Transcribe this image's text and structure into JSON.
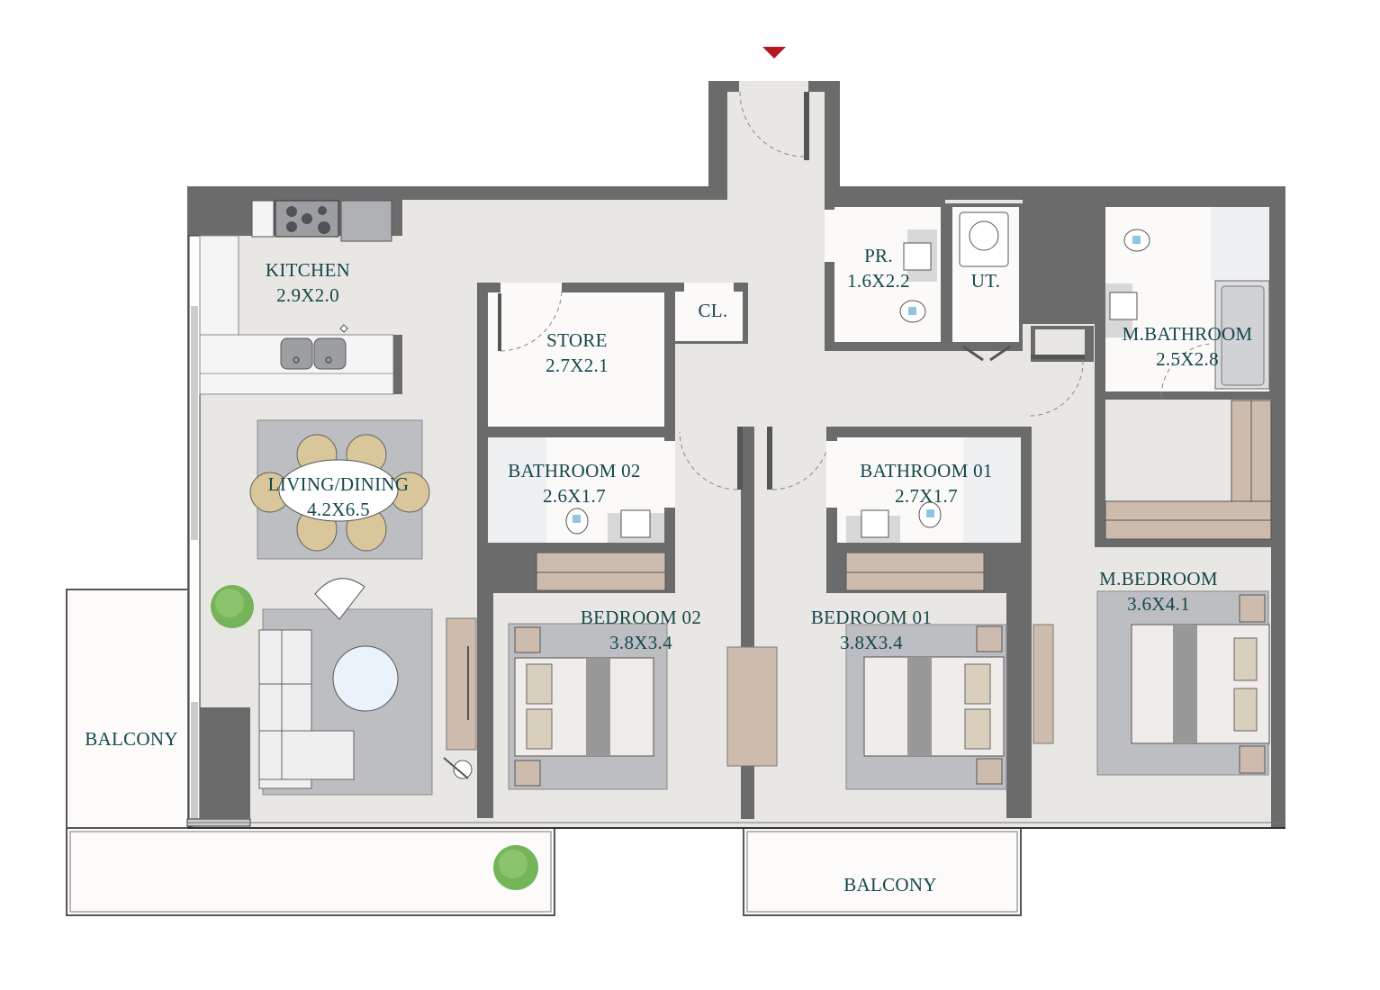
{
  "plan": {
    "type": "apartment floor plan",
    "entry_marker": "entry-arrow",
    "colors": {
      "wall": "#6b6b6b",
      "floor": "#e9e7e3",
      "wet_room_floor": "#fbfaf8",
      "balcony_floor": "#fcfbf9",
      "rug": "#bdbec2",
      "wood": "#cdbcad",
      "label": "#14474c",
      "entry_arrow": "#b5161f",
      "plant": "#76b45a"
    },
    "rooms": [
      {
        "name": "KITCHEN",
        "size": "2.9X2.0"
      },
      {
        "name": "LIVING/DINING",
        "size": "4.2X6.5"
      },
      {
        "name": "STORE",
        "size": "2.7X2.1"
      },
      {
        "name": "CL.",
        "size": ""
      },
      {
        "name": "PR.",
        "size": "1.6X2.2"
      },
      {
        "name": "UT.",
        "size": ""
      },
      {
        "name": "M.BATHROOM",
        "size": "2.5X2.8"
      },
      {
        "name": "BATHROOM 02",
        "size": "2.6X1.7"
      },
      {
        "name": "BATHROOM 01",
        "size": "2.7X1.7"
      },
      {
        "name": "BEDROOM 02",
        "size": "3.8X3.4"
      },
      {
        "name": "BEDROOM 01",
        "size": "3.8X3.4"
      },
      {
        "name": "M.BEDROOM",
        "size": "3.6X4.1"
      },
      {
        "name": "BALCONY",
        "size": ""
      },
      {
        "name": "BALCONY",
        "size": ""
      }
    ]
  }
}
